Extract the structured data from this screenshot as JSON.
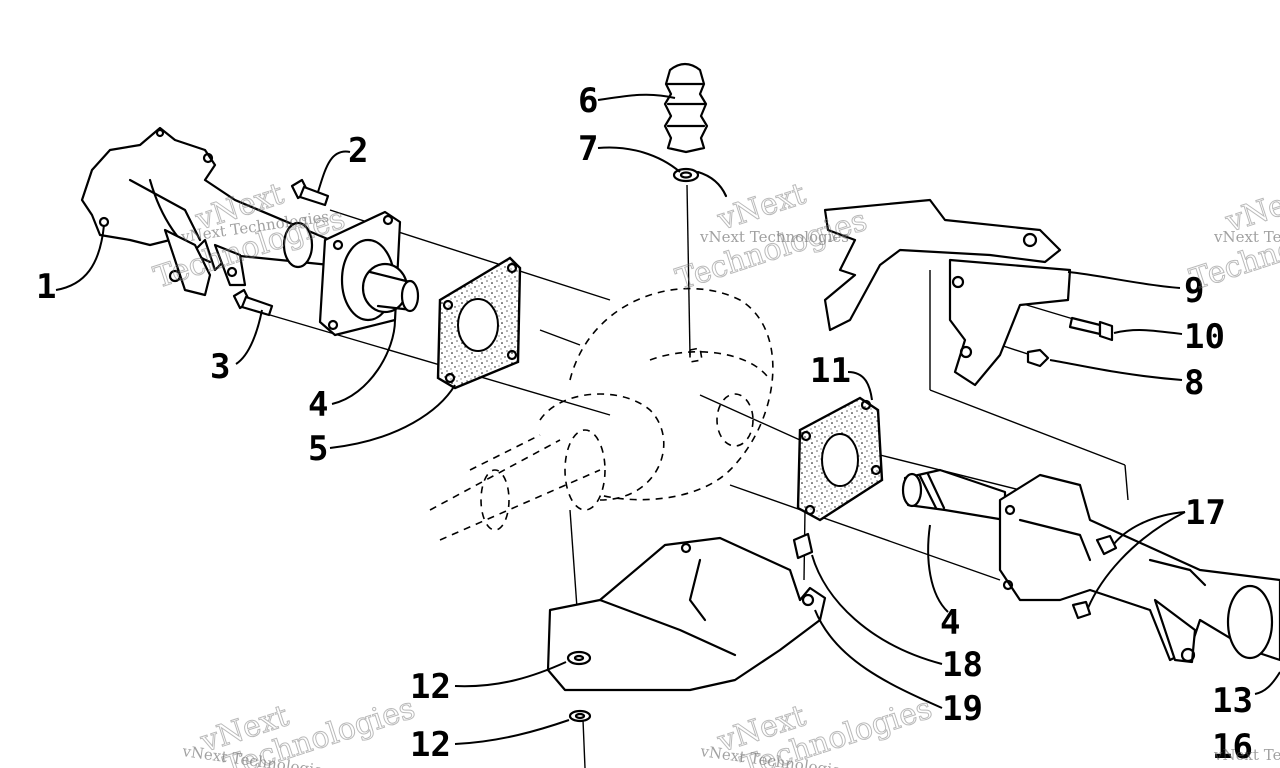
{
  "callouts": [
    {
      "id": "c1",
      "label": "1"
    },
    {
      "id": "c2",
      "label": "2"
    },
    {
      "id": "c3",
      "label": "3"
    },
    {
      "id": "c4a",
      "label": "4"
    },
    {
      "id": "c5",
      "label": "5"
    },
    {
      "id": "c6",
      "label": "6"
    },
    {
      "id": "c7",
      "label": "7"
    },
    {
      "id": "c8",
      "label": "8"
    },
    {
      "id": "c9",
      "label": "9"
    },
    {
      "id": "c10",
      "label": "10"
    },
    {
      "id": "c11",
      "label": "11"
    },
    {
      "id": "c12a",
      "label": "12"
    },
    {
      "id": "c12b",
      "label": "12"
    },
    {
      "id": "c13",
      "label": "13"
    },
    {
      "id": "c16",
      "label": "16"
    },
    {
      "id": "c17",
      "label": "17"
    },
    {
      "id": "c18",
      "label": "18"
    },
    {
      "id": "c19",
      "label": "19"
    },
    {
      "id": "c4b",
      "label": "4"
    }
  ],
  "watermark": {
    "company": "vNext Technologies",
    "word_a": "vNext",
    "word_b": "Technologies"
  }
}
